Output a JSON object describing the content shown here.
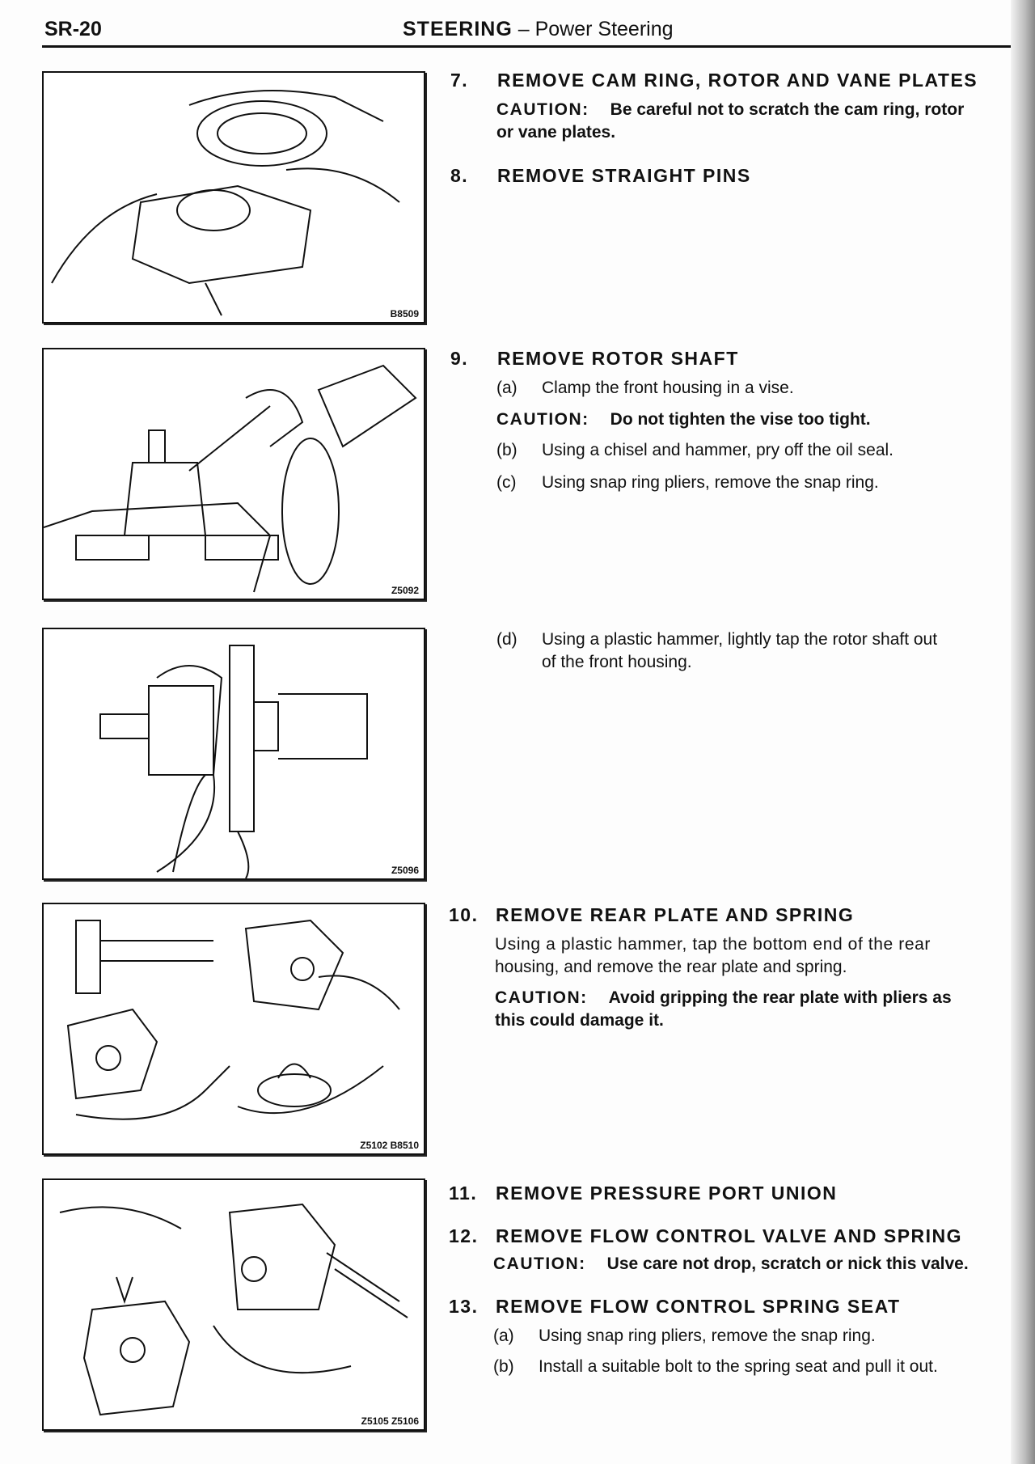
{
  "header": {
    "page": "SR-20",
    "section": "STEERING",
    "subsection": "– Power Steering"
  },
  "figures": [
    {
      "code": "B8509"
    },
    {
      "code": "Z5092"
    },
    {
      "code": "Z5096"
    },
    {
      "code": "Z5102 B8510"
    },
    {
      "code": "Z5105 Z5106"
    }
  ],
  "steps": {
    "s7": {
      "num": "7.",
      "title": "REMOVE CAM RING, ROTOR AND VANE PLATES",
      "caution_label": "CAUTION:",
      "caution": "Be careful not to scratch the cam ring, rotor",
      "caution2": "or vane plates."
    },
    "s8": {
      "num": "8.",
      "title": "REMOVE STRAIGHT PINS"
    },
    "s9": {
      "num": "9.",
      "title": "REMOVE ROTOR SHAFT",
      "a": {
        "label": "(a)",
        "text": "Clamp the front housing in a vise."
      },
      "caution_label": "CAUTION:",
      "caution": "Do not tighten the vise too tight.",
      "b": {
        "label": "(b)",
        "text": "Using a chisel and hammer, pry off the oil seal."
      },
      "c": {
        "label": "(c)",
        "text": "Using snap ring pliers, remove the snap ring."
      },
      "d": {
        "label": "(d)",
        "text": "Using a plastic hammer, lightly tap the rotor shaft out",
        "text2": "of the front housing."
      }
    },
    "s10": {
      "num": "10.",
      "title": "REMOVE REAR PLATE AND SPRING",
      "text": "Using a plastic hammer, tap the bottom end of the rear",
      "text2": "housing, and remove the rear plate and spring.",
      "caution_label": "CAUTION:",
      "caution": "Avoid gripping the rear plate with pliers as",
      "caution2": "this could damage it."
    },
    "s11": {
      "num": "11.",
      "title": "REMOVE PRESSURE PORT UNION"
    },
    "s12": {
      "num": "12.",
      "title": "REMOVE FLOW CONTROL VALVE AND SPRING",
      "caution_label": "CAUTION:",
      "caution": "Use care not drop, scratch or nick this valve."
    },
    "s13": {
      "num": "13.",
      "title": "REMOVE FLOW CONTROL SPRING SEAT",
      "a": {
        "label": "(a)",
        "text": "Using snap ring pliers, remove the snap ring."
      },
      "b": {
        "label": "(b)",
        "text": "Install a suitable bolt to the spring seat and pull it out."
      }
    }
  }
}
